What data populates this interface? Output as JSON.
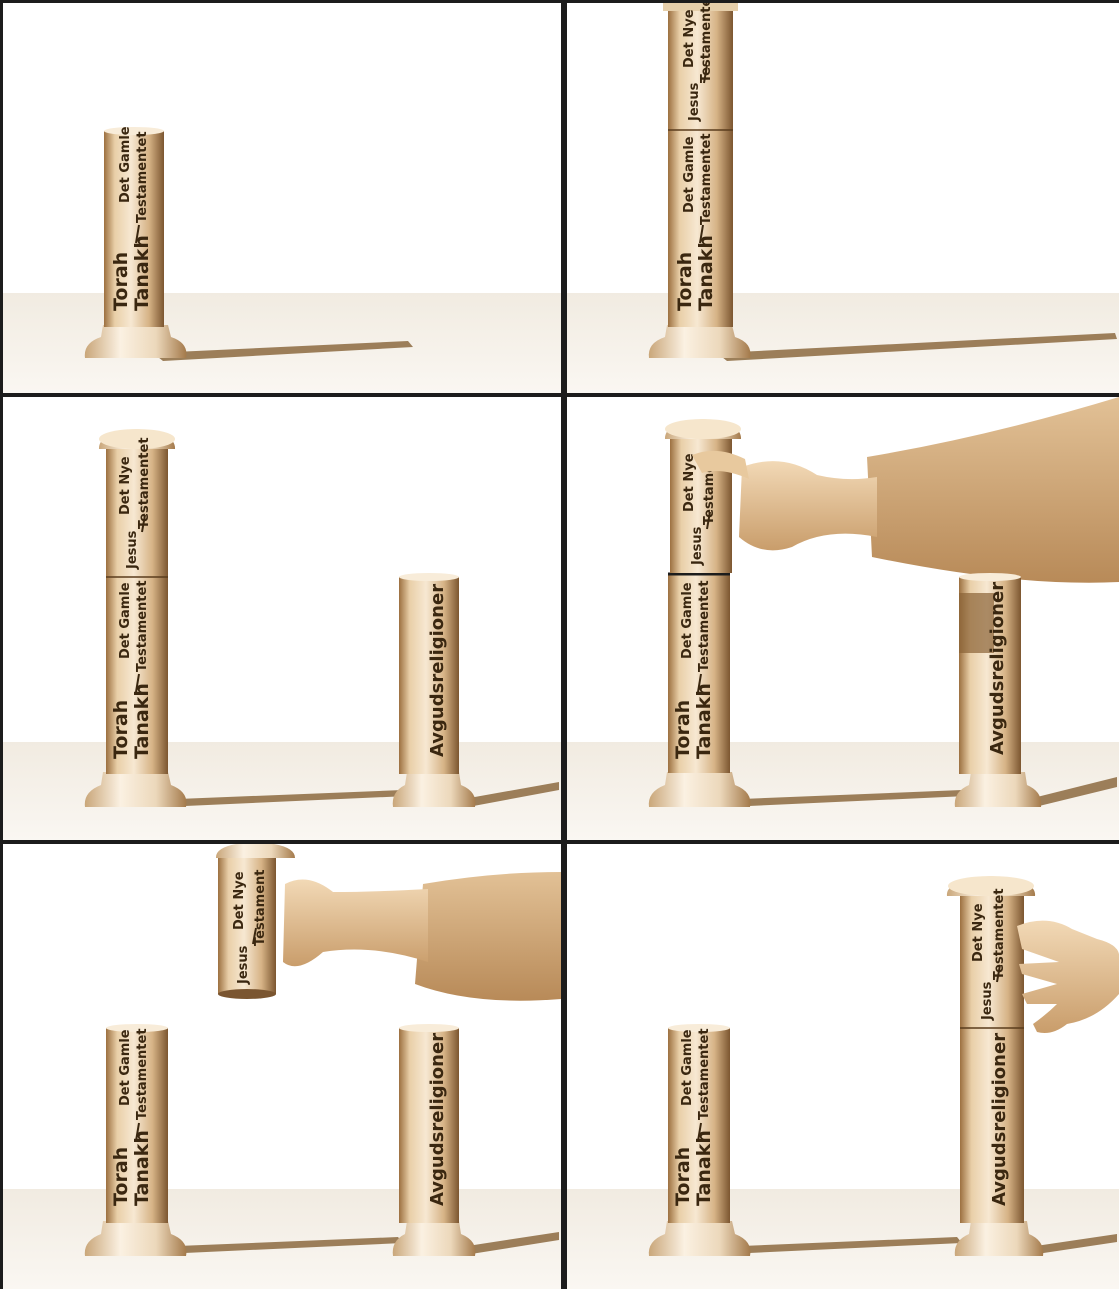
{
  "colors": {
    "floor": "#f4eee4",
    "wall": "#ffffff",
    "column_light": "#f3dfc2",
    "column_mid": "#d8b58a",
    "column_dark": "#8a6236",
    "shadow": "#8c6a3f",
    "skin": "#e6c49a",
    "sleeve": "#d2ab7c",
    "ink": "#3a2710",
    "border": "#1c1c1c"
  },
  "labels": {
    "torah": "Torah",
    "tanakh": "Tanakh",
    "det_gamle": "Det Gamle",
    "testamentet": "Testamentet",
    "det_nye": "Det Nye",
    "jesus": "Jesus",
    "testament_cut": "Testament",
    "testamentet_cut": "Testamen",
    "avgudsreligioner": "Avgudsreligioner"
  }
}
